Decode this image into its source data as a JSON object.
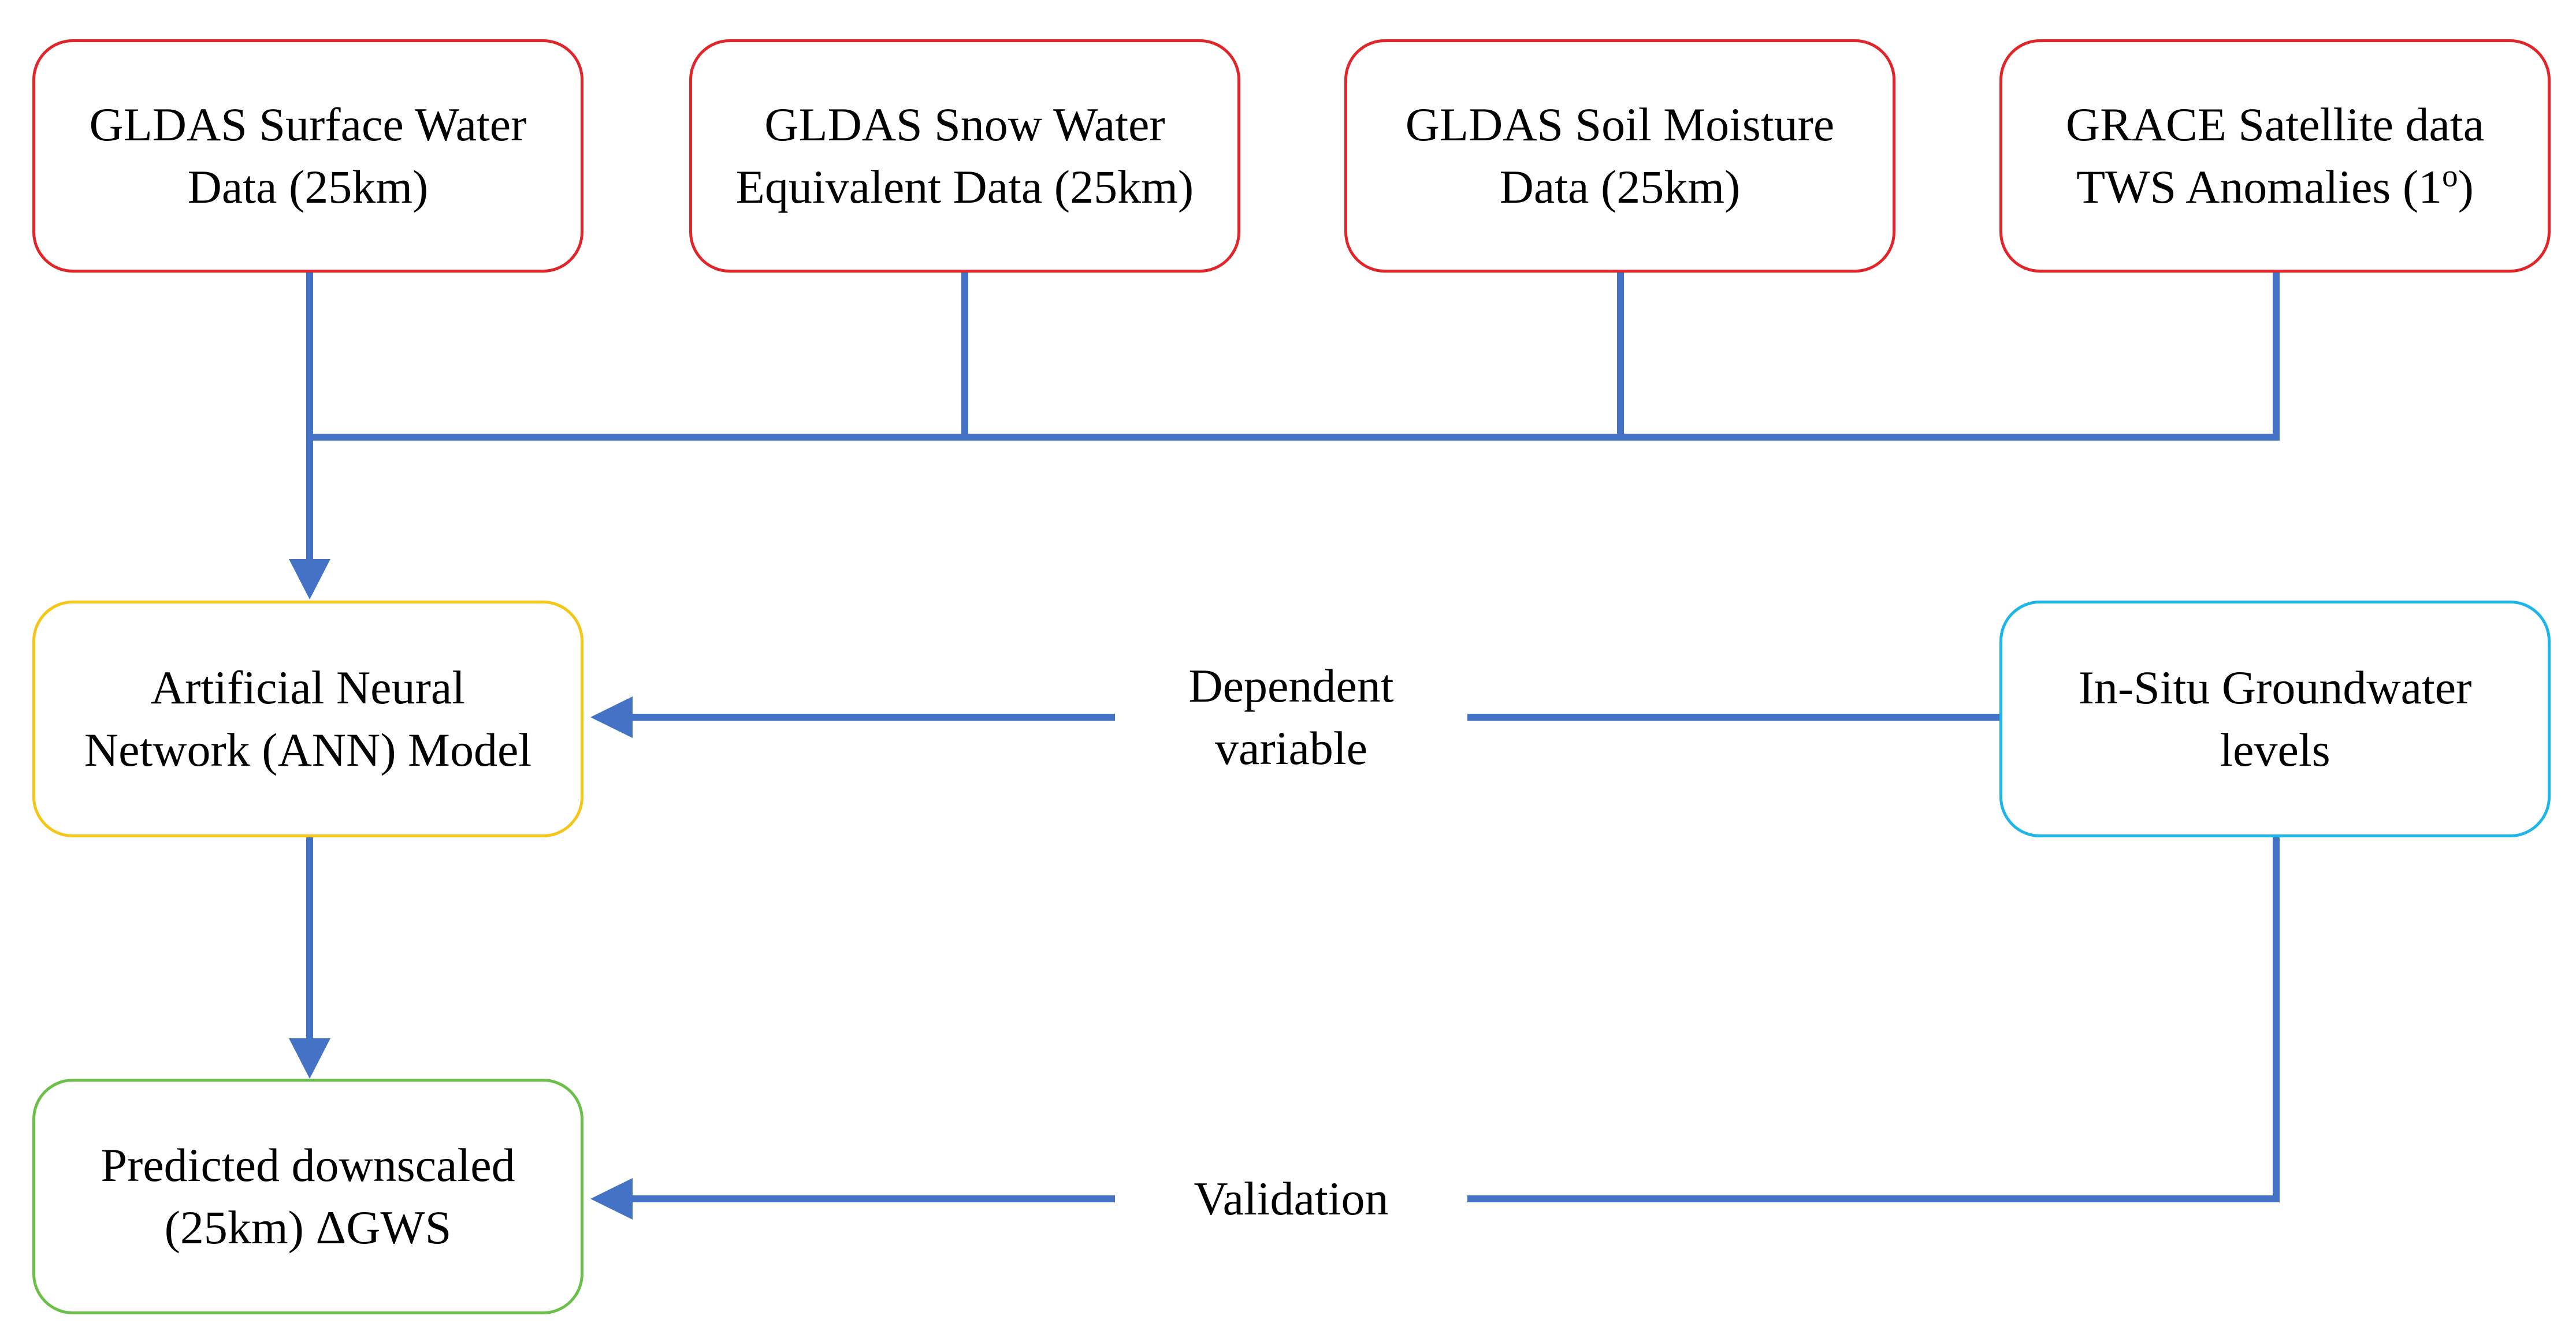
{
  "colors": {
    "arrow": "#4472C4",
    "input_border": "#E0262B",
    "model_border": "#F5C518",
    "insitu_border": "#1EB5E8",
    "output_border": "#6CC04A"
  },
  "nodes": {
    "surface_water": {
      "line1": "GLDAS Surface Water",
      "line2": "Data  (25km)"
    },
    "snow_water": {
      "line1": "GLDAS Snow Water",
      "line2": "Equivalent Data (25km)"
    },
    "soil_moisture": {
      "line1": "GLDAS Soil Moisture",
      "line2": "Data (25km)"
    },
    "grace": {
      "line1": "GRACE Satellite data",
      "line2_main": "TWS Anomalies (1",
      "line2_sup": "o",
      "line2_end": ")"
    },
    "ann_model": {
      "line1": "Artificial Neural",
      "line2": "Network (ANN) Model"
    },
    "in_situ": {
      "line1": "In-Situ Groundwater",
      "line2": "levels"
    },
    "predicted": {
      "line1": "Predicted downscaled",
      "line2": "(25km) ΔGWS"
    }
  },
  "edge_labels": {
    "dependent": {
      "line1": "Dependent",
      "line2": "variable"
    },
    "validation": "Validation"
  }
}
